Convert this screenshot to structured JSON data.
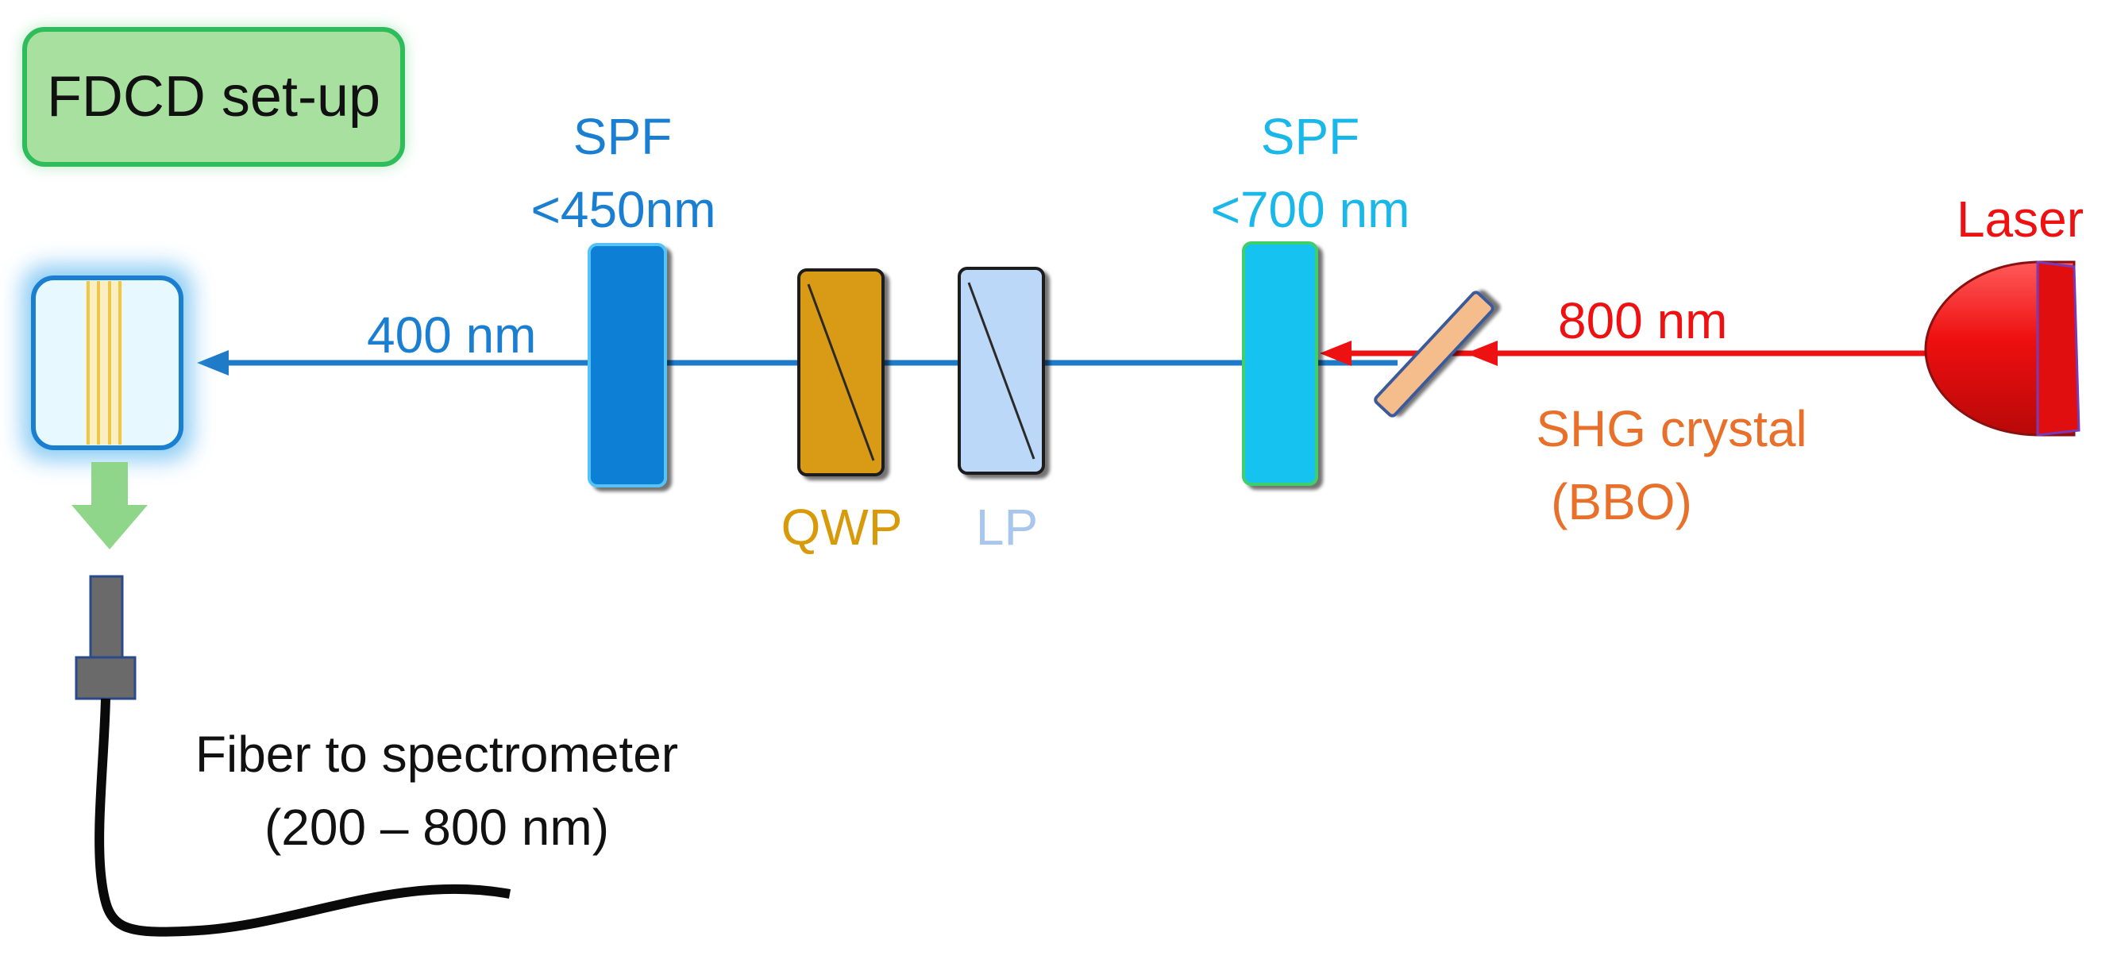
{
  "title": "FDCD set-up",
  "labels": {
    "spf1_name": "SPF",
    "spf1_cutoff": "<450nm",
    "spf2_name": "SPF",
    "spf2_cutoff": "<700 nm",
    "laser": "Laser",
    "beam_blue": "400 nm",
    "beam_red": "800 nm",
    "shg_line1": "SHG crystal",
    "shg_line2": "(BBO)",
    "qwp": "QWP",
    "lp": "LP",
    "fiber_line1": "Fiber to spectrometer",
    "fiber_line2": "(200 – 800 nm)"
  },
  "colors": {
    "blue_text": "#1a7fd0",
    "cyan_text": "#19b8e8",
    "red": "#ee1111",
    "orange_text": "#e8702a",
    "qwp_text": "#d99a0a",
    "lp_text": "#a9c6ec",
    "blue_beam": "#1f7ac8",
    "spf1_fill": "#0b7fd4",
    "spf2_fill": "#16c2f0",
    "qwp_fill": "#d99a12",
    "lp_fill": "#bcd8f8",
    "shg_fill": "#f5bd8c",
    "cuvette_fill": "#e8f8ff",
    "title_fill": "#a8e0a0",
    "title_border": "#2ebd5a",
    "emission_arrow": "#8fd68a",
    "fiber_fill": "#6a6a6a"
  }
}
